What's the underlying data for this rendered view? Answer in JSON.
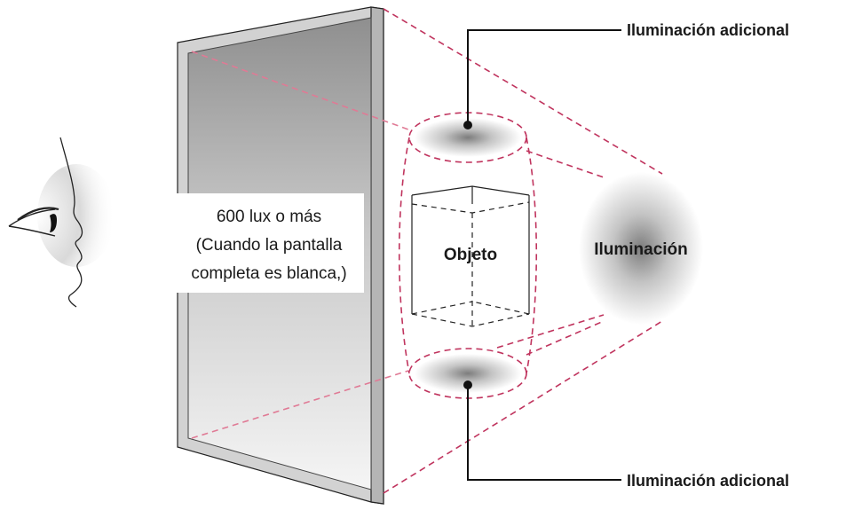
{
  "labels": {
    "additional_top": "Iluminación adicional",
    "additional_bottom": "Iluminación adicional",
    "illumination": "Iluminación",
    "object": "Objeto",
    "screen_line1": "600 lux o más",
    "screen_line2": "(Cuando la pantalla",
    "screen_line3": "completa es blanca,)"
  },
  "colors": {
    "dashed_lines": "#c0345e",
    "dashed_lines_faint": "#e07a95",
    "frame": "#cfcfcf",
    "frame_outline": "#222222",
    "screen_top": "#9a9a9a",
    "screen_bottom": "#f2f2f2",
    "glow_center": "#8c8c8c",
    "callout_dot": "#111111",
    "text": "#1a1a1a"
  },
  "icons": {
    "eye": "eye-profile-icon",
    "object": "cube-wireframe-icon",
    "light": "light-glow-icon"
  }
}
